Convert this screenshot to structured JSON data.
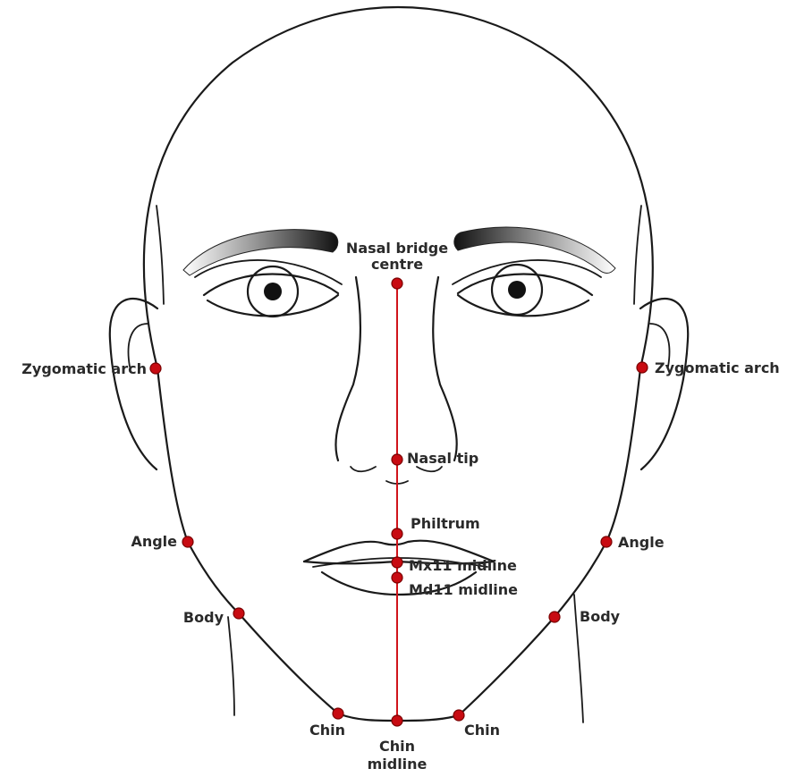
{
  "diagram": {
    "labels": {
      "nasal_bridge_line1": "Nasal bridge",
      "nasal_bridge_line2": "centre",
      "zygomatic_left": "Zygomatic arch",
      "zygomatic_right": "Zygomatic arch",
      "nasal_tip": "Nasal tip",
      "philtrum": "Philtrum",
      "mx11": "Mx11 midline",
      "md11": "Md11 midline",
      "angle_left": "Angle",
      "angle_right": "Angle",
      "body_left": "Body",
      "body_right": "Body",
      "chin_left": "Chin",
      "chin_right": "Chin",
      "chin_midline_line1": "Chin",
      "chin_midline_line2": "midline"
    },
    "colors": {
      "landmark": "#c80b12",
      "midline": "#d0141b",
      "outline": "#1a1a1a",
      "label": "#2a2a2a"
    }
  }
}
